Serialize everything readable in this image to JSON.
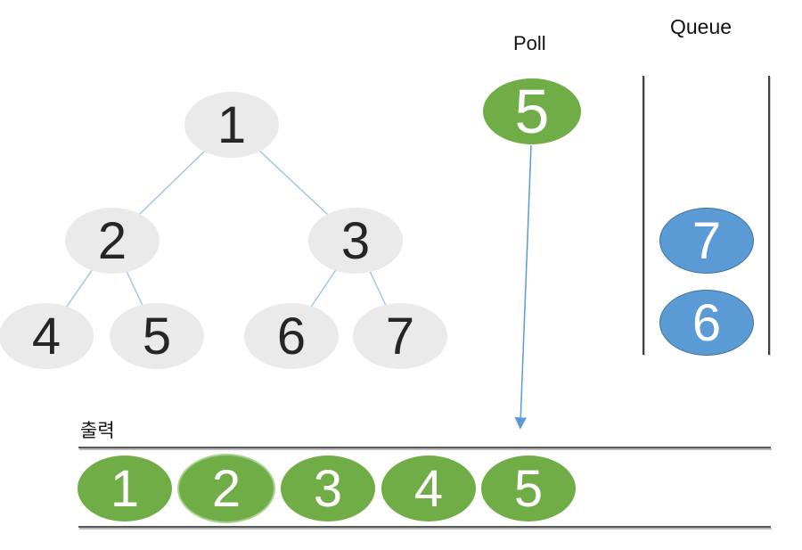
{
  "labels": {
    "poll": "Poll",
    "queue": "Queue",
    "output": "출력"
  },
  "tree": {
    "nodes": [
      "1",
      "2",
      "3",
      "4",
      "5",
      "6",
      "7"
    ],
    "edges": [
      [
        "1",
        "2"
      ],
      [
        "1",
        "3"
      ],
      [
        "2",
        "4"
      ],
      [
        "2",
        "5"
      ],
      [
        "3",
        "6"
      ],
      [
        "3",
        "7"
      ]
    ]
  },
  "poll": {
    "value": "5"
  },
  "queue": {
    "items": [
      "7",
      "6"
    ]
  },
  "output": {
    "items": [
      "1",
      "2",
      "3",
      "4",
      "5"
    ]
  },
  "colors": {
    "tree_node_fill": "#EAEAEA",
    "green_fill": "#70AD47",
    "green_highlight_ring": "#A9D18E",
    "blue_fill": "#5B9BD5",
    "blue_border": "#41719C",
    "edge_line": "#9DC3E6",
    "arrow": "#5B9BD5",
    "track_line": "#595959",
    "queue_wall": "#404040",
    "digit_dark": "#262626",
    "digit_light": "#FFFFFF"
  }
}
